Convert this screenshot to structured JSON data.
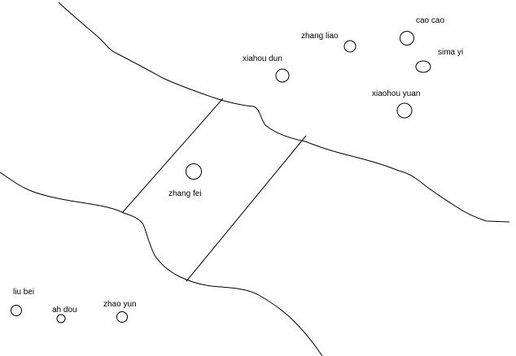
{
  "colors": {
    "background": "#ffffff",
    "ink": "#000000"
  },
  "map": {
    "labels": {
      "cao_cao": "cao cao",
      "zhang_liao": "zhang liao",
      "sima_yi": "sima yi",
      "xiahou_dun": "xiahou dun",
      "xiaohou_yuan": "xiaohou yuan",
      "zhang_fei": "zhang fei",
      "liu_bei": "liu bei",
      "ah_dou": "ah dou",
      "zhao_yun": "zhao yun"
    }
  }
}
